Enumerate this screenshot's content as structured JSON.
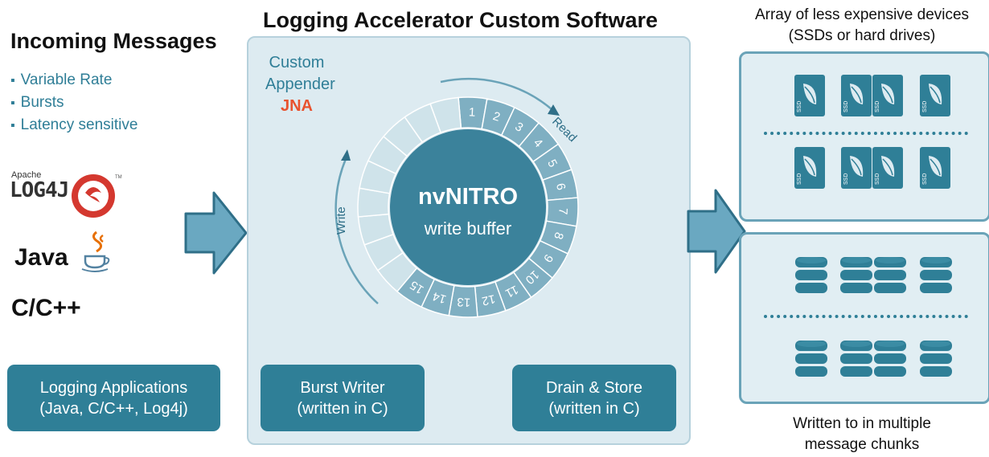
{
  "incoming": {
    "title": "Incoming Messages",
    "bullets": [
      "Variable Rate",
      "Bursts",
      "Latency sensitive"
    ]
  },
  "languages": {
    "log4j_small": "Apache",
    "log4j_big": "LOG4J",
    "java": "Java",
    "cpp": "C/C++"
  },
  "logging_apps": {
    "line1": "Logging Applications",
    "line2": "(Java, C/C++, Log4j)"
  },
  "software": {
    "title": "Logging Accelerator Custom Software",
    "appender_line1": "Custom",
    "appender_line2": "Appender",
    "jna": "JNA",
    "burst_writer": {
      "line1": "Burst Writer",
      "line2": "(written in C)"
    },
    "drain_store": {
      "line1": "Drain & Store",
      "line2": "(written in C)"
    }
  },
  "buffer": {
    "name": "nvNITRO",
    "sub": "write buffer",
    "read_label": "Read",
    "write_label": "Write",
    "slots": [
      "1",
      "2",
      "3",
      "4",
      "5",
      "6",
      "7",
      "8",
      "9",
      "10",
      "11",
      "12",
      "13",
      "14",
      "15"
    ],
    "total_segments": 24
  },
  "storage": {
    "caption_line1": "Array of less expensive devices",
    "caption_line2": "(SSDs or hard drives)",
    "ssd_label": "SSD",
    "bottom_line1": "Written to in multiple",
    "bottom_line2": "message chunks"
  },
  "colors": {
    "teal": "#2f7f97",
    "ring_light": "#cfe3ea",
    "ring_dark": "#7fafc2",
    "core": "#3b829b",
    "jna": "#e8532f",
    "arrow": "#6aa8c1"
  }
}
